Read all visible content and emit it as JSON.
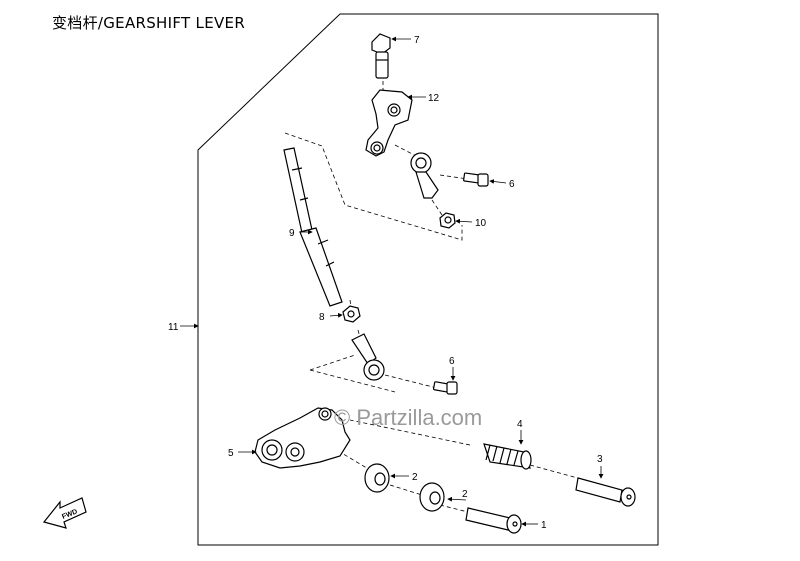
{
  "title": "变档杆/GEARSHIFT LEVER",
  "watermark": "© Partzilla.com",
  "fwd_label": "FWD",
  "callouts": {
    "c1": "1",
    "c2a": "2",
    "c2b": "2",
    "c3": "3",
    "c4": "4",
    "c5": "5",
    "c6a": "6",
    "c6b": "6",
    "c7": "7",
    "c8": "8",
    "c9": "9",
    "c10": "10",
    "c11": "11",
    "c12": "12"
  }
}
